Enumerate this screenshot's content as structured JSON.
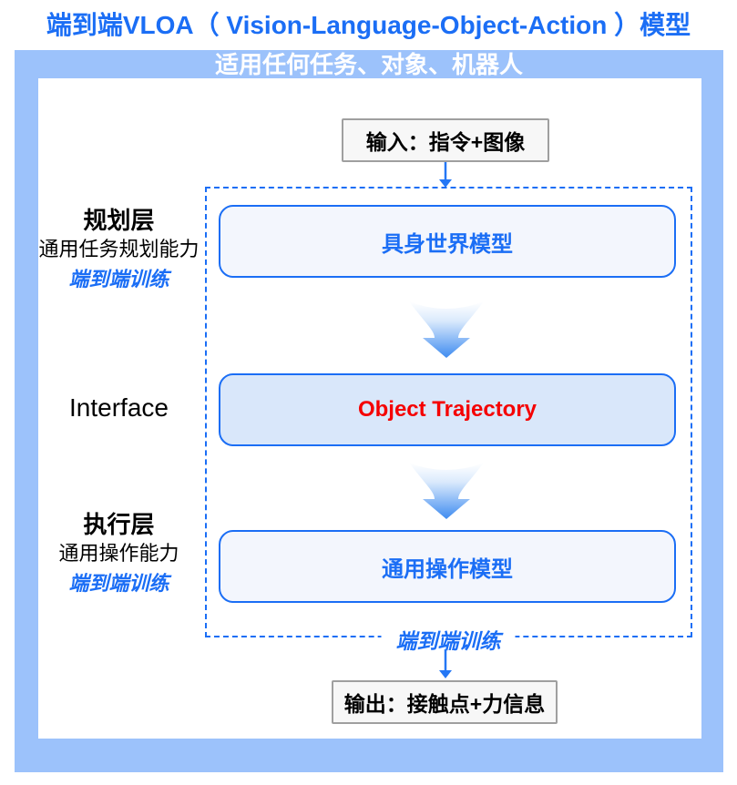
{
  "header": {
    "title": "端到端VLOA（ Vision-Language-Object-Action ）模型",
    "banner": "适用任何任务、对象、机器人"
  },
  "flow": {
    "input_box": "输入：指令+图像",
    "world_model_box": "具身世界模型",
    "interface_box": "Object Trajectory",
    "action_model_box": "通用操作模型",
    "end_to_end_training_label": "端到端训练",
    "output_box": "输出：接触点+力信息"
  },
  "left_labels": {
    "planning": {
      "title": "规划层",
      "subtitle": "通用任务规划能力",
      "note": "端到端训练"
    },
    "interface": {
      "title": "Interface"
    },
    "execution": {
      "title": "执行层",
      "subtitle": "通用操作能力",
      "note": "端到端训练"
    }
  },
  "colors": {
    "title_blue": "#1b6ef5",
    "frame_blue": "#9cc2fb",
    "border_blue": "#1b6ef5",
    "box_fill_light": "#f3f6fd",
    "box_fill_mid": "#d9e7fa",
    "highlight_red": "#f50000",
    "io_box_fill": "#f7f7f7",
    "io_box_border": "#9f9f9f",
    "chevron_gradient_end": "#3e8bf0"
  }
}
